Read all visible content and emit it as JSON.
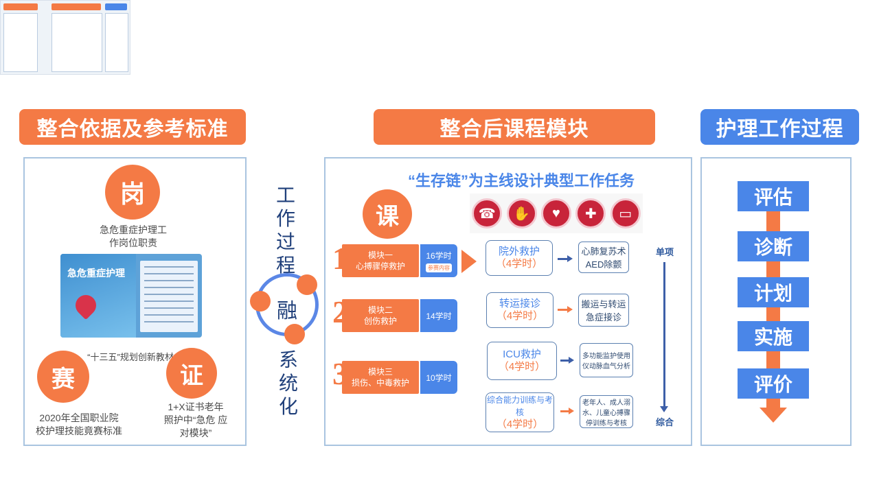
{
  "headers": {
    "left": "整合依据及参考标准",
    "middle": "整合后课程模块",
    "right": "护理工作过程"
  },
  "left_panel": {
    "gang": {
      "char": "岗",
      "text_line1": "急危重症护理工",
      "text_line2": "作岗位职责"
    },
    "book": {
      "title": "急危重症护理",
      "caption": "“十三五”规划创新教材"
    },
    "sai": {
      "char": "赛",
      "text_line1": "2020年全国职业院",
      "text_line2": "校护理技能竟赛标准"
    },
    "zheng": {
      "char": "证",
      "text_line1": "1+X证书老年",
      "text_line2": "照护中“急危  应",
      "text_line3": "对模块”"
    }
  },
  "fusion": {
    "top_chars": [
      "工",
      "作",
      "过",
      "程"
    ],
    "center": "融",
    "bottom_chars": [
      "系",
      "统",
      "化"
    ]
  },
  "middle_panel": {
    "subtitle": "“生存链”为主线设计典型工作任务",
    "ke": "课",
    "icons": [
      "phone-icon",
      "hands-icon",
      "heart-defib-icon",
      "ambulance-icon",
      "monitor-icon"
    ],
    "modules": [
      {
        "num": "1",
        "name": "模块一",
        "topic": "心搏骤停救护",
        "hours": "16学时",
        "tag": "参赛内容"
      },
      {
        "num": "2",
        "name": "模块二",
        "topic": "创伤救护",
        "hours": "14学时"
      },
      {
        "num": "3",
        "name": "模块三",
        "topic": "损伤、中毒救护",
        "hours": "10学时"
      }
    ],
    "tasks": [
      {
        "name": "院外救护",
        "hours": "（4学时）",
        "detail": "心肺复苏术AED除颤"
      },
      {
        "name": "转运接诊",
        "hours": "（4学时）",
        "detail": "搬运与转运急症接诊"
      },
      {
        "name": "ICU救护",
        "hours": "（4学时）",
        "detail": "多功能监护使用仪动脉血气分析"
      },
      {
        "name": "综合能力训练与考核",
        "hours": "（4学时）",
        "detail": "老年人、成人溺水、儿童心搏骤停训练与考核"
      }
    ],
    "scale_top": "单项",
    "scale_bottom": "综合"
  },
  "right_panel": {
    "steps": [
      "评估",
      "诊断",
      "计划",
      "实施",
      "评价"
    ]
  },
  "colors": {
    "orange": "#f47a45",
    "blue": "#4a86e8",
    "border": "#a9c4e0"
  }
}
